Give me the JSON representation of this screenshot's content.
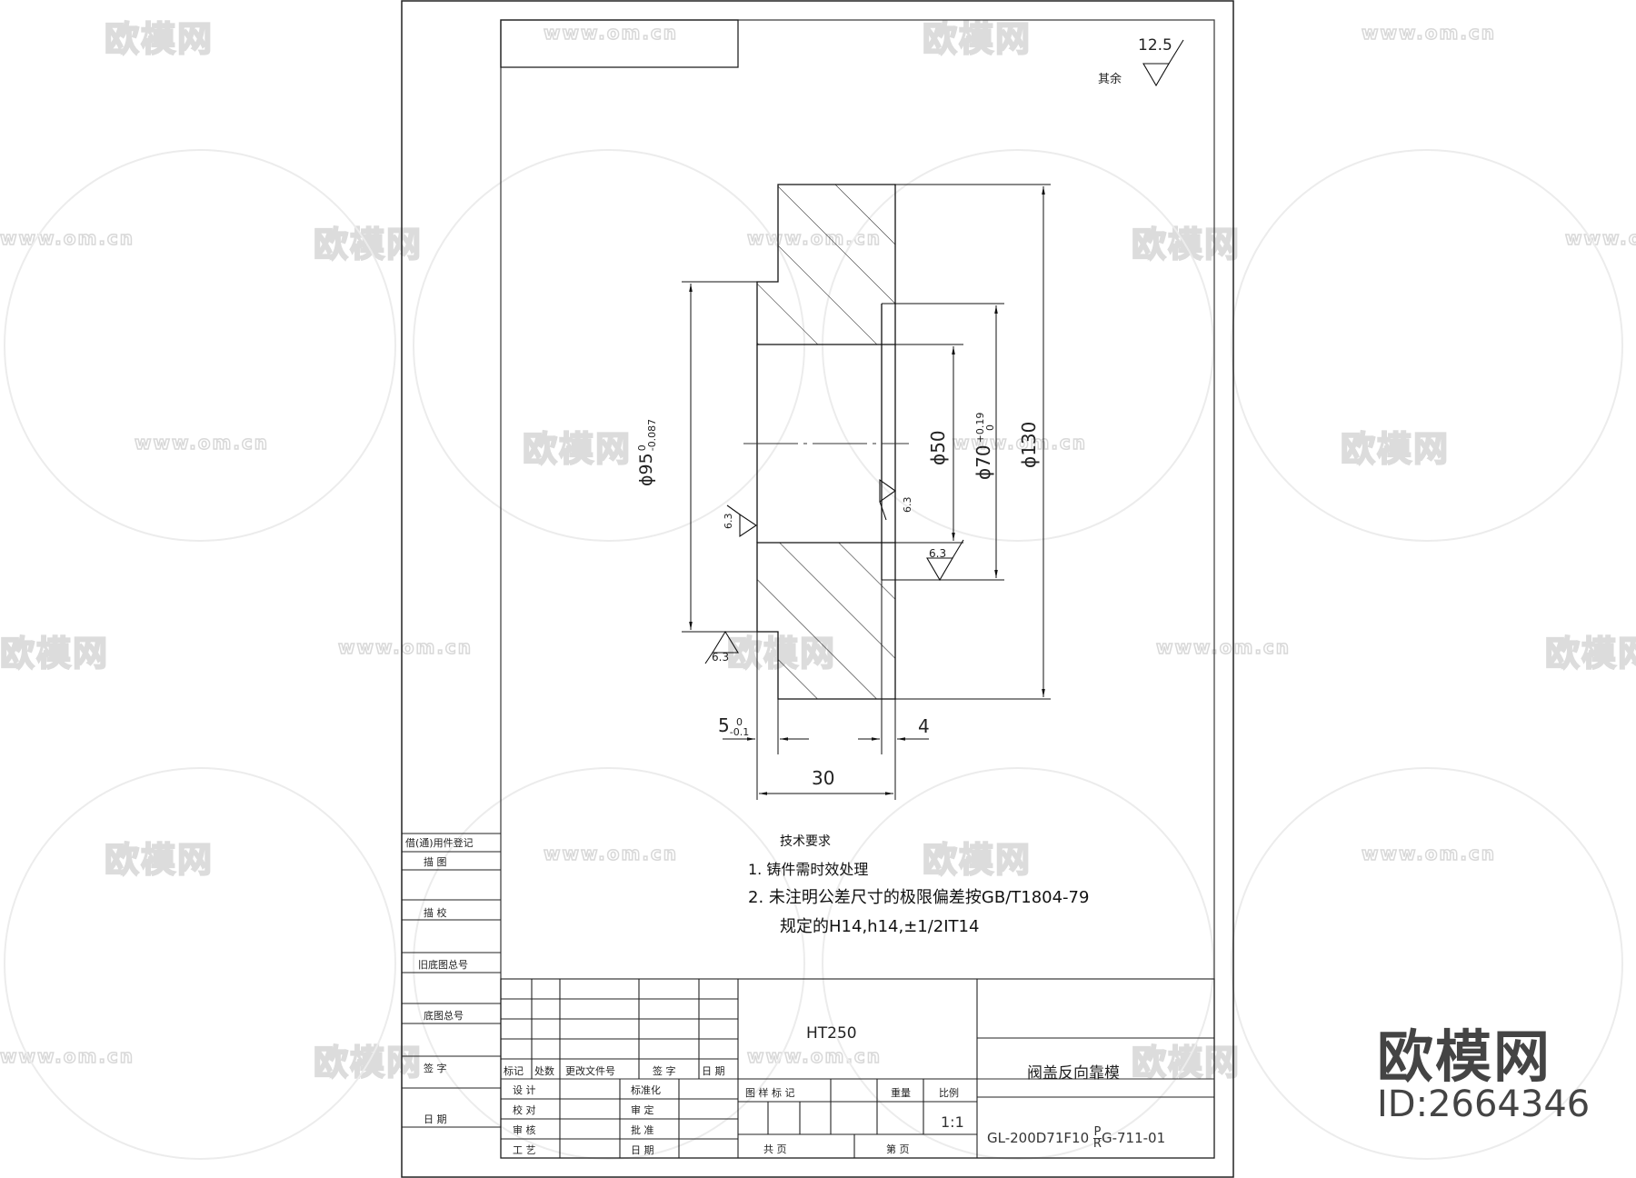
{
  "roughness": {
    "general_value": "12.5",
    "general_label": "其余",
    "local_value": "6.3"
  },
  "dimensions": {
    "d95": "ϕ95",
    "d95_upper": "0",
    "d95_lower": "-0.087",
    "d50": "ϕ50",
    "d70": "ϕ70",
    "d70_upper": "+0.19",
    "d70_lower": "0",
    "d130": "ϕ130",
    "len5": "5",
    "len5_upper": "0",
    "len5_lower": "-0.1",
    "len4": "4",
    "len30": "30"
  },
  "tech_requirements": {
    "title": "技术要求",
    "item1": "1. 铸件需时效处理",
    "item2": "2. 未注明公差尺寸的极限偏差按GB/T1804-79",
    "item2_cont": "规定的H14,h14,±1/2IT14"
  },
  "side_column": {
    "row1": "借(通)用件登记",
    "row2": "描    图",
    "row3": "描    校",
    "row4": "旧底图总号",
    "row5": "底图总号",
    "row6": "签    字",
    "row7": "日    期"
  },
  "title_block": {
    "revision_headers": [
      "标记",
      "处数",
      "更改文件号",
      "签 字",
      "日 期"
    ],
    "approval": {
      "design": "设 计",
      "check": "校 对",
      "review": "审 核",
      "process": "工 艺",
      "standardize": "标准化",
      "verify": "审 定",
      "approve": "批 准",
      "date": "日 期"
    },
    "material": "HT250",
    "stage_mark": "图 样 标 记",
    "weight": "重量",
    "scale_label": "比例",
    "scale_value": "1:1",
    "total_pages": "共    页",
    "page_no": "第    页",
    "part_name": "阀盖反向靠模",
    "drawing_no_prefix": "GL-200D71F10",
    "drawing_no_stack_top": "P",
    "drawing_no_stack_bottom": "R",
    "drawing_no_suffix": "G-711-01"
  },
  "branding": {
    "logo_text": "欧模网",
    "id_text": "ID:2664346",
    "watermark_logo": "欧模网",
    "watermark_url": "www.om.cn"
  }
}
